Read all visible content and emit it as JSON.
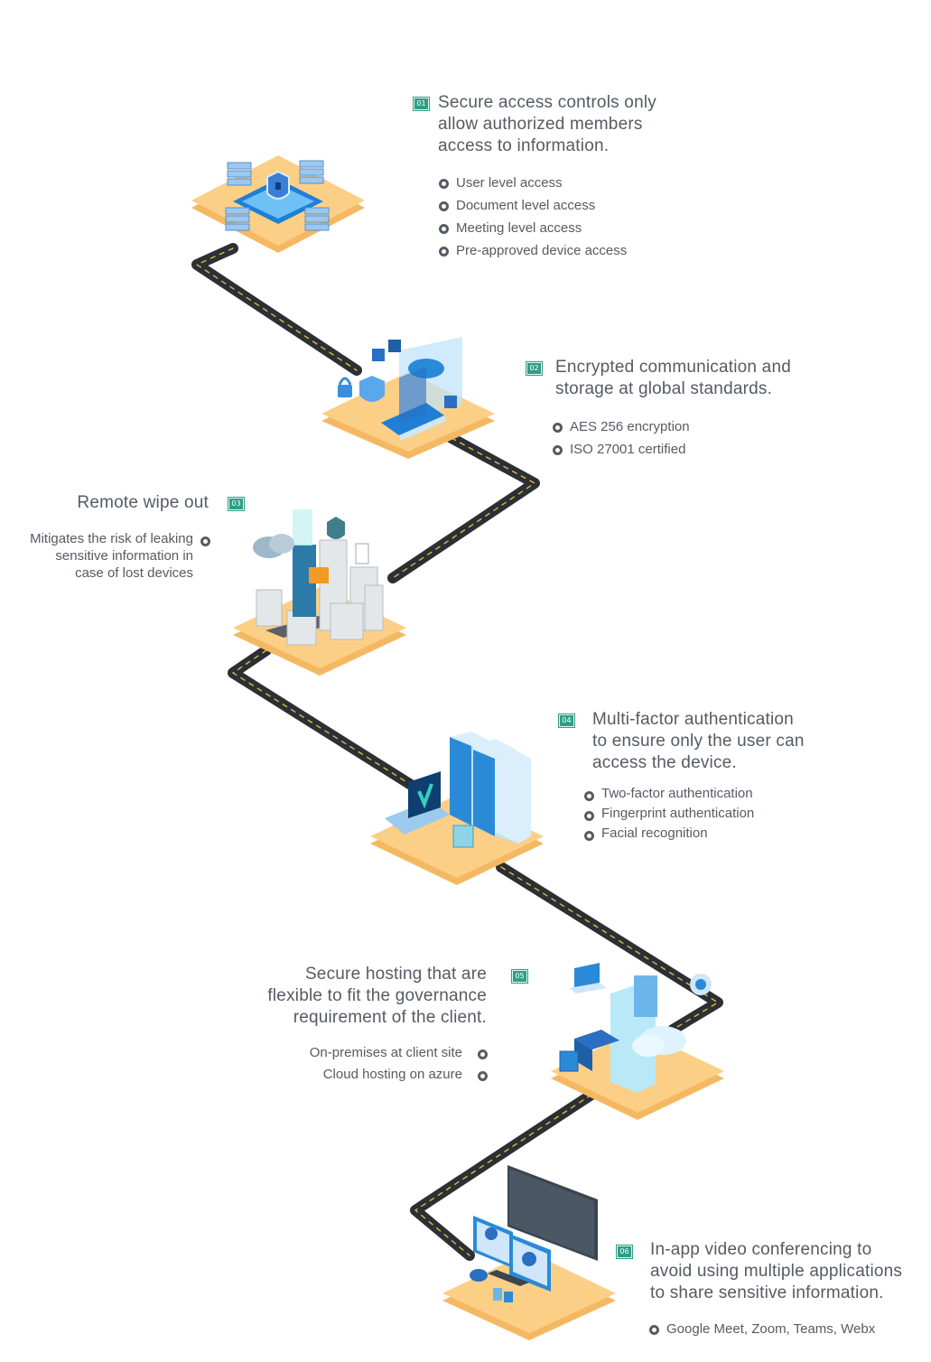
{
  "steps": [
    {
      "num": "01",
      "title_lines": [
        "Secure access controls only",
        "allow authorized members",
        "access to information."
      ],
      "bullets": [
        "User level access",
        "Document level access",
        "Meeting level access",
        "Pre-approved device access"
      ]
    },
    {
      "num": "02",
      "title_lines": [
        "Encrypted communication and",
        "storage at global standards."
      ],
      "bullets": [
        "AES 256 encryption",
        "ISO 27001 certified"
      ]
    },
    {
      "num": "03",
      "title_lines": [
        "Remote wipe out"
      ],
      "bullets": [
        "Mitigates the risk of leaking",
        "sensitive information in",
        "case of lost devices"
      ]
    },
    {
      "num": "04",
      "title_lines": [
        "Multi-factor authentication",
        "to ensure only the user can",
        "access the device."
      ],
      "bullets": [
        "Two-factor authentication",
        "Fingerprint authentication",
        "Facial recognition"
      ]
    },
    {
      "num": "05",
      "title_lines": [
        "Secure hosting that are",
        "flexible to fit the governance",
        "requirement of the client."
      ],
      "bullets": [
        "On-premises at client site",
        "Cloud hosting on azure"
      ]
    },
    {
      "num": "06",
      "title_lines": [
        "In-app video conferencing to",
        "avoid using multiple applications",
        "to share sensitive information."
      ],
      "bullets": [
        "Google Meet, Zoom, Teams, Webx"
      ]
    }
  ],
  "colors": {
    "platform_top": "#fccf86",
    "platform_side": "#f5b862",
    "road": "#2c2f33",
    "road_line": "#d6b84a",
    "badge": "#2f9e87",
    "accent_blue": "#2a8ad8",
    "text": "#555b63"
  },
  "illustrations": [
    "shield-server-icon",
    "encryption-laptop-icon",
    "city-cloud-icon",
    "server-rack-icon",
    "cloud-hosting-icon",
    "video-conference-icon"
  ]
}
